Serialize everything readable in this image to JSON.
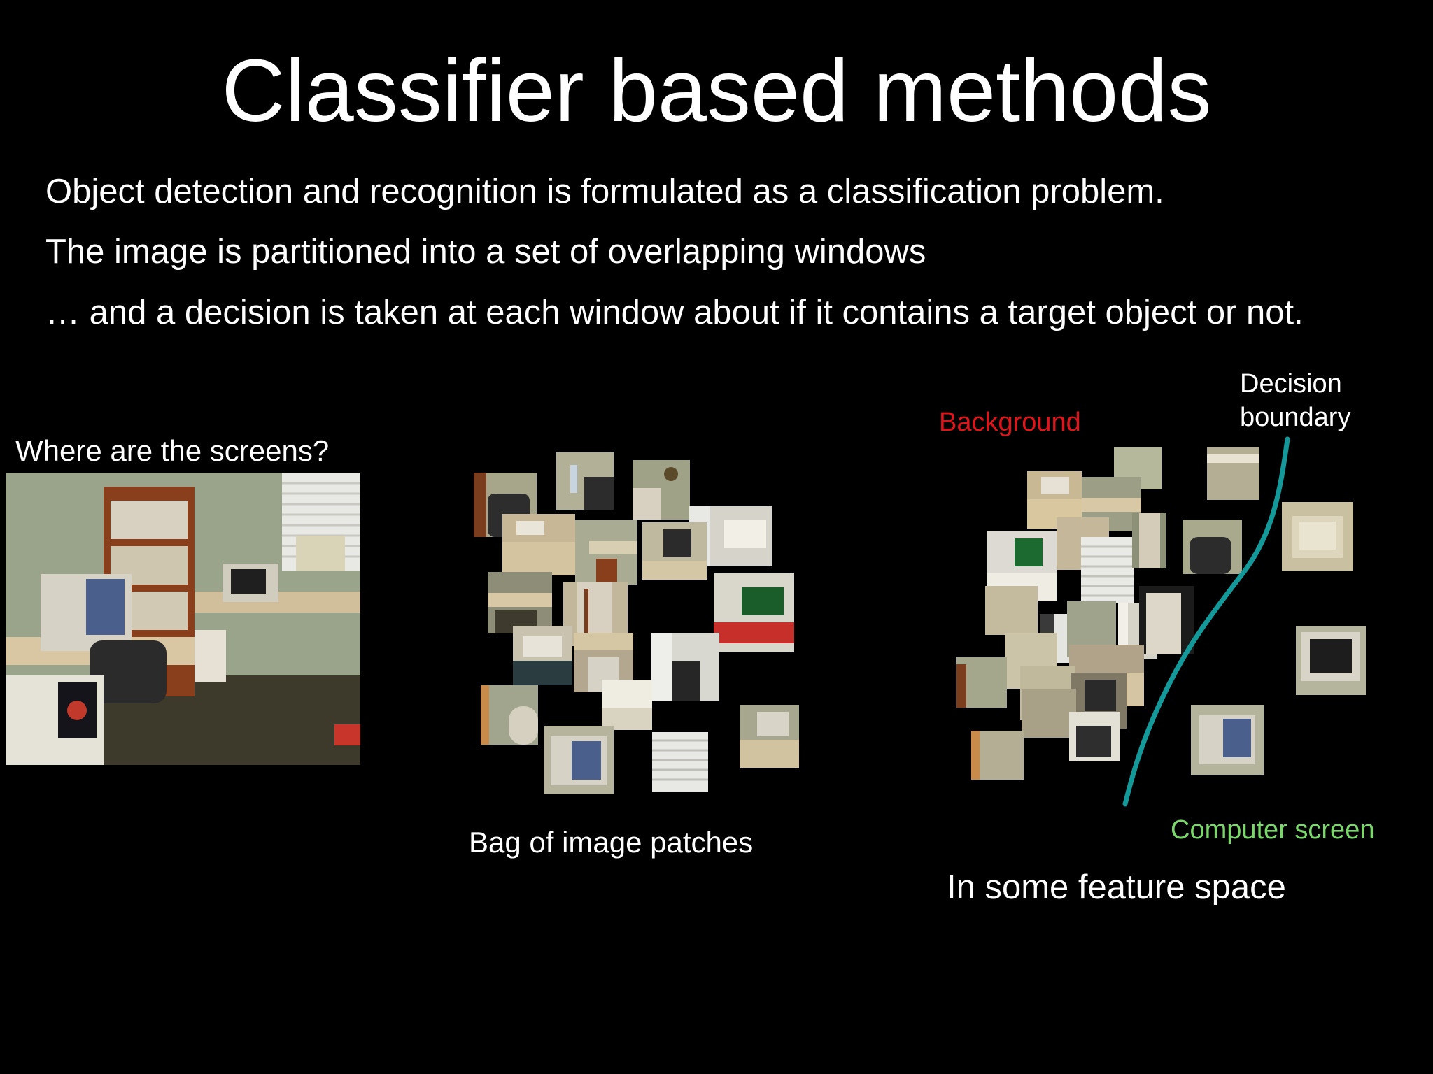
{
  "slide": {
    "title": "Classifier based methods",
    "bullets": [
      "Object detection and recognition is formulated as a classification problem.",
      "The image is partitioned into a set of overlapping windows",
      "… and a decision is taken at each window about if it contains a target object or not."
    ]
  },
  "left_panel": {
    "caption": "Where are the screens?"
  },
  "middle_panel": {
    "caption": "Bag of image patches"
  },
  "right_panel": {
    "background_label": "Background",
    "decision_label_line1": "Decision",
    "decision_label_line2": "boundary",
    "screen_label": "Computer screen",
    "caption": "In some feature space"
  },
  "colors": {
    "background": "#000000",
    "text": "#ffffff",
    "background_label": "#e0151b",
    "screen_label": "#7ad86a",
    "boundary_line": "#14999a"
  }
}
